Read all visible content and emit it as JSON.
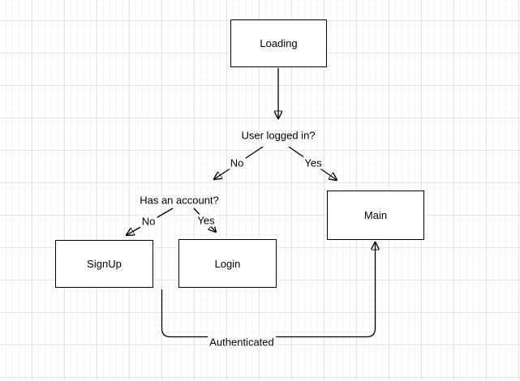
{
  "diagram": {
    "nodes": {
      "loading": {
        "label": "Loading"
      },
      "main": {
        "label": "Main"
      },
      "signup": {
        "label": "SignUp"
      },
      "login": {
        "label": "Login"
      }
    },
    "decisions": {
      "user_logged_in": {
        "label": "User logged in?"
      },
      "has_account": {
        "label": "Has an account?"
      }
    },
    "edge_labels": {
      "user_logged_in_no": "No",
      "user_logged_in_yes": "Yes",
      "has_account_no": "No",
      "has_account_yes": "Yes",
      "authenticated": "Authenticated"
    },
    "colors": {
      "background": "#ffffff",
      "grid_minor": "#f6f5f5",
      "grid_major": "#e4e4e4",
      "stroke": "#000000",
      "node_fill": "#ffffff",
      "text": "#000000"
    }
  }
}
